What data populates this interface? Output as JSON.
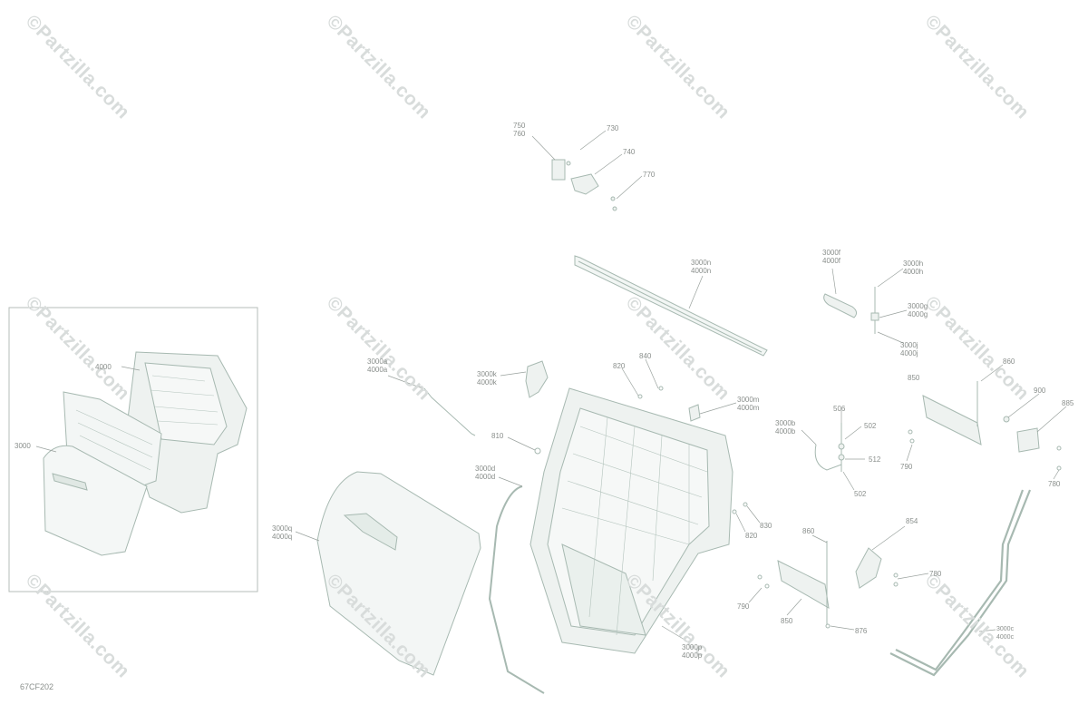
{
  "watermark": {
    "text": "©Partzilla.com"
  },
  "diagram_ref": "67CF202",
  "colors": {
    "line": "#9aa29e",
    "part": "#a7b9b1",
    "part_fill": "#eef2f0",
    "label": "#8a8f8c",
    "watermark": "#d8dcdb"
  },
  "callouts": {
    "c750_760": "750\n760",
    "c730": "730",
    "c740": "740",
    "c770": "770",
    "c3000n_4000n": "3000n\n4000n",
    "c3000f_4000f": "3000f\n4000f",
    "c3000h_4000h": "3000h\n4000h",
    "c3000g_4000g": "3000g\n4000g",
    "c3000j_4000j": "3000j\n4000j",
    "c4000_inset": "4000",
    "c3000_inset": "3000",
    "c3000a_4000a": "3000a\n4000a",
    "c3000k_4000k": "3000k\n4000k",
    "c820_top": "820",
    "c840": "840",
    "c3000m_4000m": "3000m\n4000m",
    "c860_right": "860",
    "c850_right": "850",
    "c900": "900",
    "c885": "885",
    "c810": "810",
    "c506": "506",
    "c502_top": "502",
    "c3000b_4000b": "3000b\n4000b",
    "c512": "512",
    "c502_bottom": "502",
    "c790_right": "790",
    "c780": "780",
    "c3000d_4000d": "3000d\n4000d",
    "c3000q_4000q": "3000q\n4000q",
    "c830": "830",
    "c820_bottom": "820",
    "c860_bottom": "860",
    "c854": "854",
    "c790_bottom": "790",
    "c780_bottom": "780",
    "c850_bottom": "850",
    "c876": "876",
    "c3000p_4000p": "3000p\n4000p",
    "c3000c_4000c": "3000c\n4000c"
  }
}
